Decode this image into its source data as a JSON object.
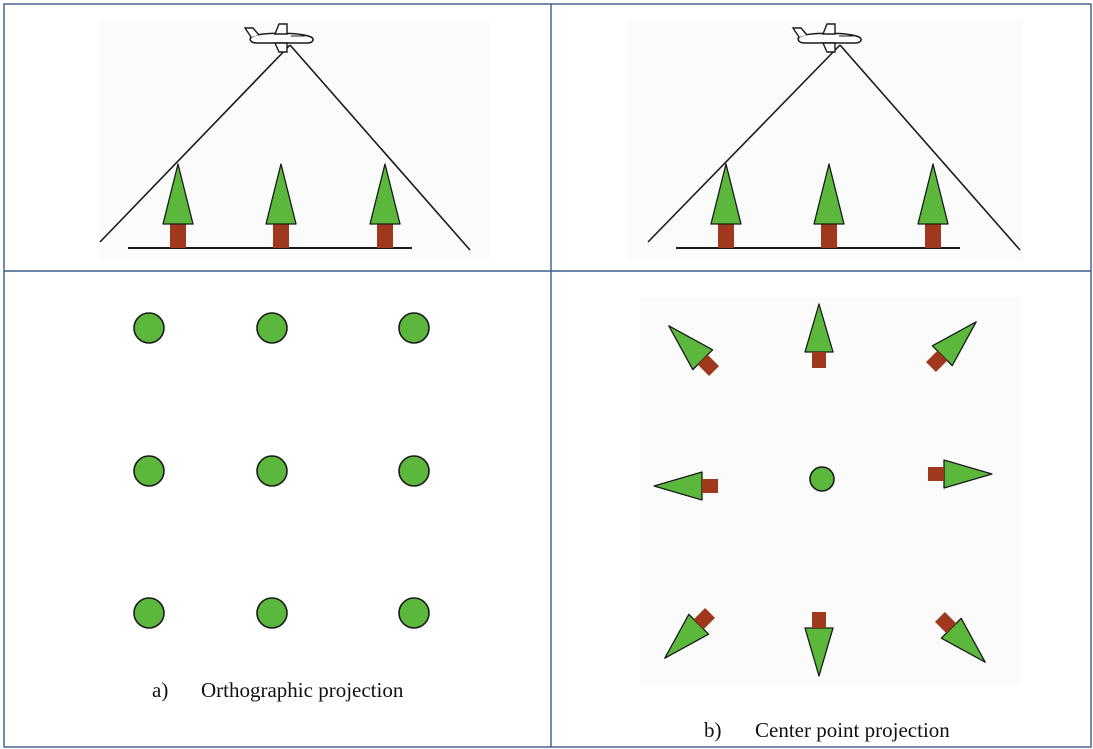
{
  "captions": {
    "left_marker": "a)",
    "left_text": "Orthographic projection",
    "right_marker": "b)",
    "right_text": "Center point projection"
  },
  "colors": {
    "table_border": "#3b5b8c",
    "tree_crown": "#5cb83c",
    "tree_trunk": "#a0381e",
    "outline": "#1a1a1a",
    "panel_bg": "#fbfbfb"
  },
  "icons": {
    "aircraft": "airplane-icon",
    "tree": "tree-icon"
  }
}
